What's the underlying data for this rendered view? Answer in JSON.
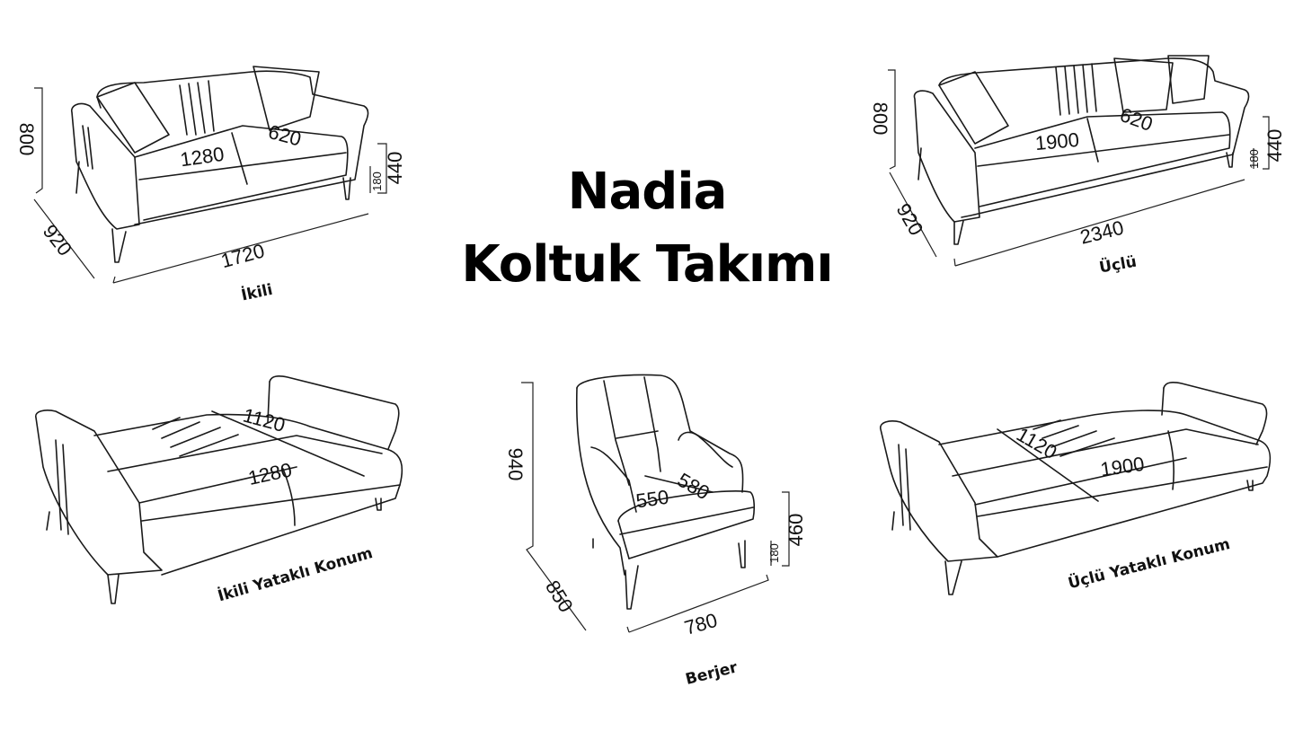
{
  "title": {
    "line1": "Nadia",
    "line2": "Koltuk Takımı"
  },
  "ikili": {
    "label": "İkili",
    "height": "800",
    "depth": "920",
    "width": "1720",
    "seat_width": "1280",
    "seat_depth": "620",
    "seat_height": "440",
    "leg_height": "180"
  },
  "uclu": {
    "label": "Üçlü",
    "height": "800",
    "depth": "920",
    "width": "2340",
    "seat_width": "1900",
    "seat_depth": "620",
    "seat_height": "440",
    "leg_height": "180"
  },
  "ikili_bed": {
    "label": "İkili Yataklı Konum",
    "bed_depth": "1120",
    "bed_width": "1280"
  },
  "berjer": {
    "label": "Berjer",
    "height": "940",
    "depth": "850",
    "width": "780",
    "seat_width": "550",
    "seat_depth": "580",
    "seat_height": "460",
    "leg_height": "180"
  },
  "uclu_bed": {
    "label": "Üçlü Yataklı Konum",
    "bed_depth": "1120",
    "bed_width": "1900"
  }
}
